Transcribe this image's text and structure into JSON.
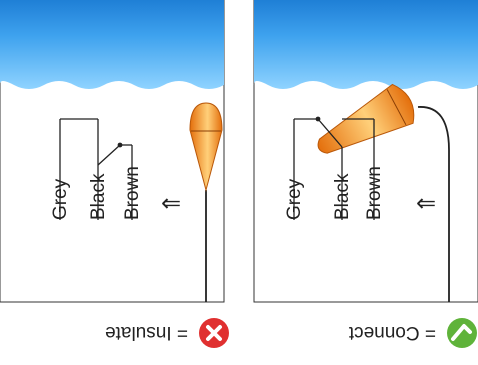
{
  "panels": [
    {
      "state": "Connect",
      "wires": [
        "Grey",
        "Black",
        "Brown"
      ],
      "arrow": "⇐",
      "legend": "= Connect",
      "status_icon": "check-icon",
      "status_color": "#5fb33a"
    },
    {
      "state": "Insulate",
      "wires": [
        "Grey",
        "Black",
        "Brown"
      ],
      "arrow": "⇐",
      "legend": "= Insulate",
      "status_icon": "cross-icon",
      "status_color": "#e03030"
    }
  ],
  "colors": {
    "water_top": "#2a8be0",
    "water_bottom": "#8fd3ff",
    "float_main": "#f08a1c",
    "float_light": "#ffd07a",
    "frame": "#333333"
  }
}
